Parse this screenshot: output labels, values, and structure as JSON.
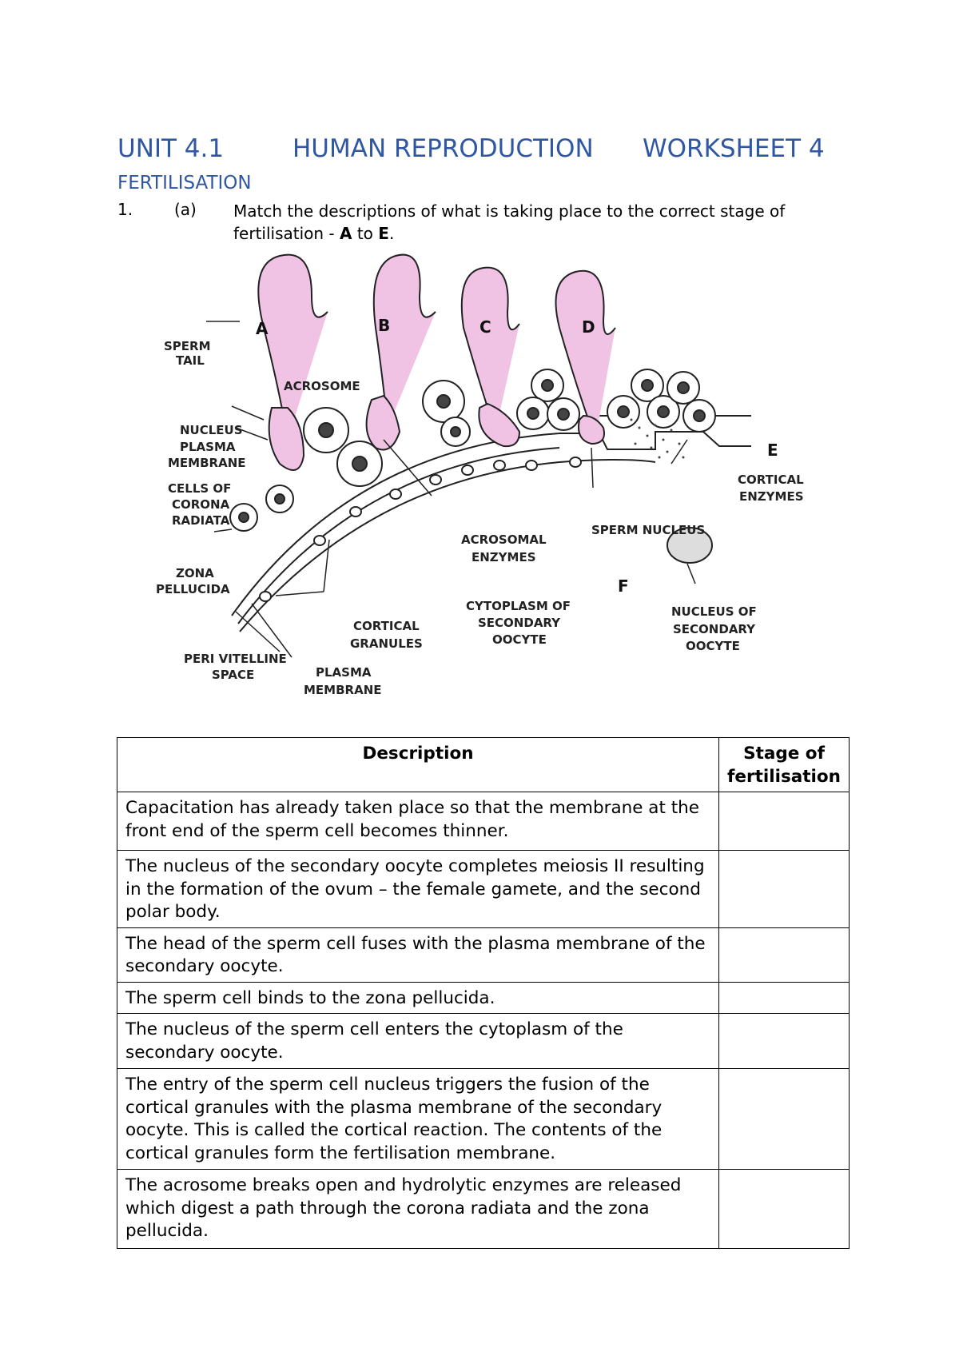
{
  "header": {
    "unit": "UNIT 4.1",
    "topic": "HUMAN REPRODUCTION",
    "worksheet": "WORKSHEET 4",
    "subtitle": "FERTILISATION"
  },
  "question": {
    "number": "1.",
    "part": "(a)",
    "text_prefix": "Match the descriptions of what is taking place to the correct stage of fertilisation - ",
    "text_from": "A",
    "text_to_word": " to ",
    "text_to": "E",
    "text_end": "."
  },
  "diagram": {
    "stage_labels": [
      "A",
      "B",
      "C",
      "D",
      "E",
      "F"
    ],
    "labels": {
      "sperm_tail": [
        "SPERM",
        "TAIL"
      ],
      "acrosome": "ACROSOME",
      "nucleus": "NUCLEUS",
      "plasma_membrane_top": [
        "PLASMA",
        "MEMBRANE"
      ],
      "cells_corona": [
        "CELLS OF",
        "CORONA",
        "RADIATA"
      ],
      "zona": [
        "ZONA",
        "PELLUCIDA"
      ],
      "peri": [
        "PERI VITELLINE",
        "SPACE"
      ],
      "plasma_membrane_bottom": [
        "PLASMA",
        "MEMBRANE"
      ],
      "cortical_granules": [
        "CORTICAL",
        "GRANULES"
      ],
      "acrosomal_enzymes": [
        "ACROSOMAL",
        "ENZYMES"
      ],
      "cytoplasm": [
        "CYTOPLASM OF",
        "SECONDARY",
        "OOCYTE"
      ],
      "sperm_nucleus": "SPERM NUCLEUS",
      "cortical_enzymes": [
        "CORTICAL",
        "ENZYMES"
      ],
      "nucleus_oocyte": [
        "NUCLEUS OF",
        "SECONDARY",
        "OOCYTE"
      ]
    },
    "colors": {
      "sperm_fill": "#f0c3e4",
      "line": "#222222"
    }
  },
  "table": {
    "headers": {
      "description": "Description",
      "stage_line1": "Stage of",
      "stage_line2": "fertilisation"
    },
    "rows": [
      {
        "description": "Capacitation has already taken place so that the membrane at the front end of the sperm cell becomes thinner.",
        "stage": ""
      },
      {
        "description": "The nucleus of the secondary oocyte completes meiosis II resulting in the formation of the ovum – the female gamete, and the second polar body.",
        "stage": ""
      },
      {
        "description": "The head of the sperm cell fuses with the plasma membrane of the secondary oocyte.",
        "stage": ""
      },
      {
        "description": "The sperm cell binds to the zona pellucida.",
        "stage": ""
      },
      {
        "description": "The nucleus of the sperm cell enters the cytoplasm of the secondary oocyte.",
        "stage": ""
      },
      {
        "description": "The entry of the sperm cell nucleus triggers the fusion of the cortical granules with the plasma membrane of the secondary oocyte. This is called the cortical reaction. The contents of the cortical granules form the fertilisation membrane.",
        "stage": ""
      },
      {
        "description": "The acrosome breaks open and hydrolytic enzymes are released which digest a path through the corona radiata and the zona pellucida.",
        "stage": ""
      }
    ]
  }
}
